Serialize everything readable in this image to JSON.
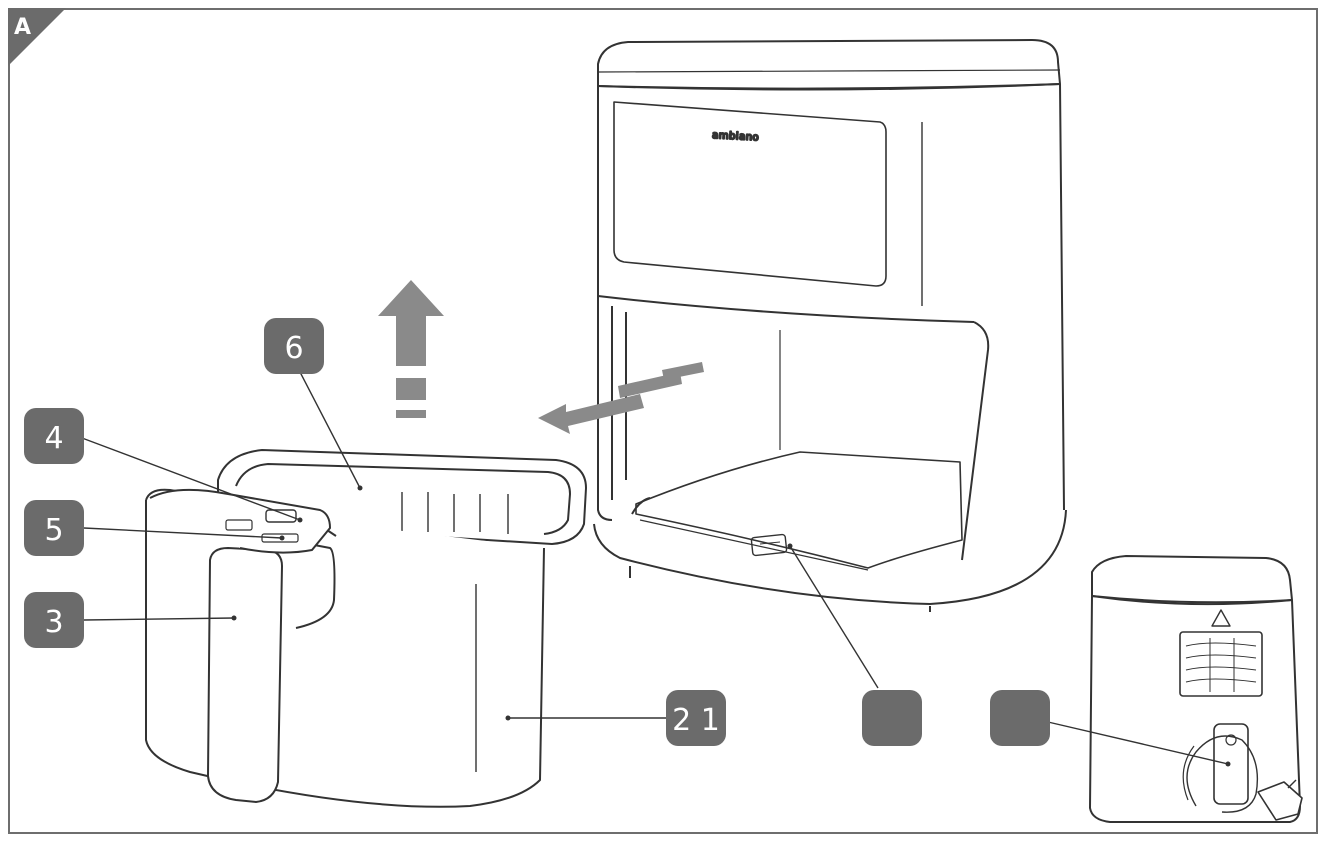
{
  "figure": {
    "corner_label": "A",
    "brand_text": "ambiano"
  },
  "callouts": [
    {
      "id": "6",
      "text": "6"
    },
    {
      "id": "4",
      "text": "4"
    },
    {
      "id": "5",
      "text": "5"
    },
    {
      "id": "3",
      "text": "3"
    },
    {
      "id": "2-1",
      "text": "2 1"
    },
    {
      "id": "blank-a",
      "text": ""
    },
    {
      "id": "blank-b",
      "text": ""
    }
  ],
  "colors": {
    "callout_fill": "#6b6b6b",
    "line_art": "#333333",
    "arrow_fill": "#8a8a8a"
  }
}
